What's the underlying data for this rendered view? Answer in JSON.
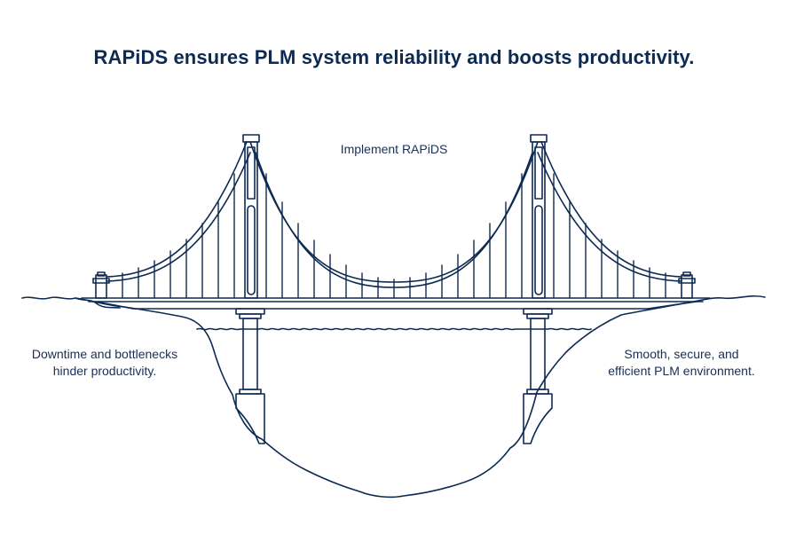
{
  "title": "RAPiDS ensures PLM system reliability and boosts productivity.",
  "labels": {
    "center": "Implement RAPiDS",
    "left": [
      "Downtime and bottlenecks",
      "hinder productivity."
    ],
    "right": [
      "Smooth, secure, and",
      "efficient PLM environment."
    ]
  },
  "colors": {
    "stroke": "#0d2a52",
    "background": "#ffffff"
  }
}
